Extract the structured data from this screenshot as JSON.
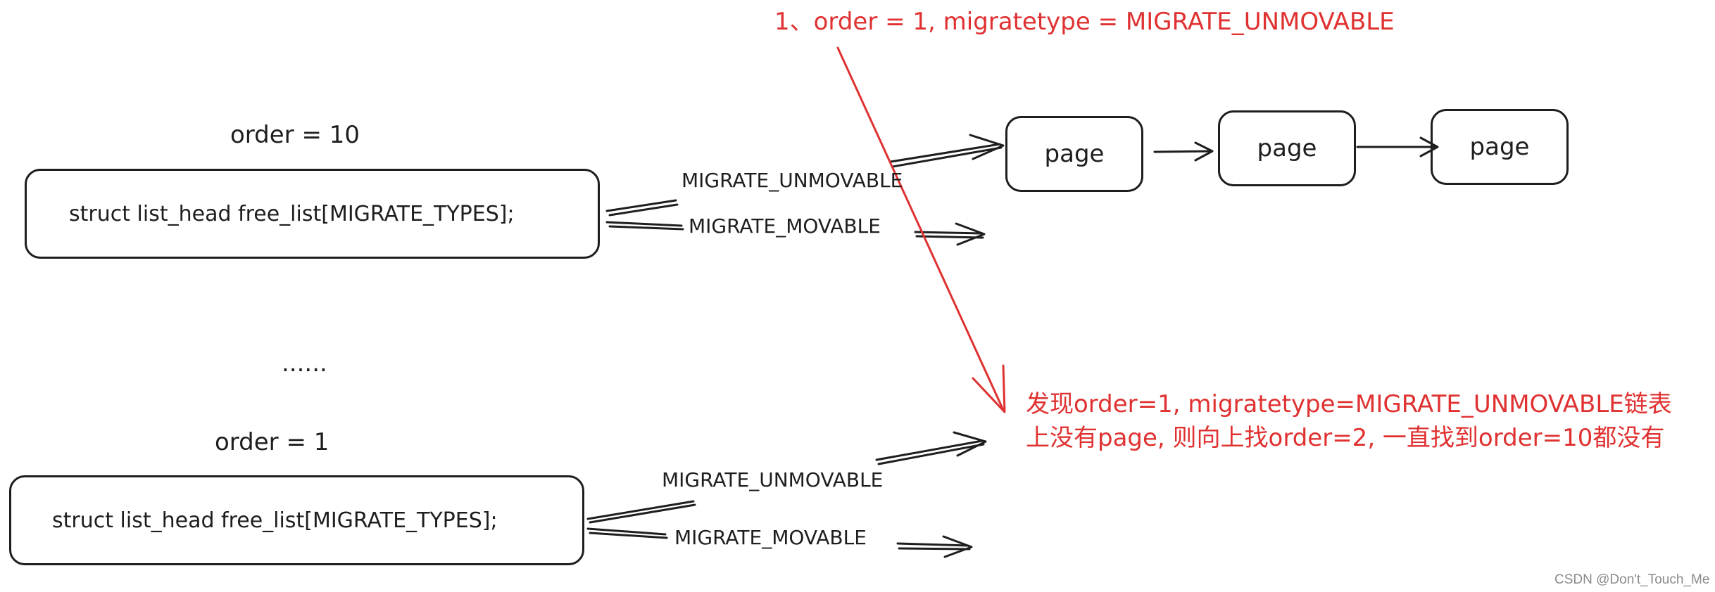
{
  "top_annotation": "1、order = 1, migratetype = MIGRATE_UNMOVABLE",
  "order10": {
    "label": "order = 10",
    "struct": "struct list_head free_list[MIGRATE_TYPES];",
    "unmovable": "MIGRATE_UNMOVABLE",
    "movable": "MIGRATE_MOVABLE"
  },
  "ellipsis": "......",
  "order1": {
    "label": "order = 1",
    "struct": "struct list_head free_list[MIGRATE_TYPES];",
    "unmovable": "MIGRATE_UNMOVABLE",
    "movable": "MIGRATE_MOVABLE"
  },
  "pages": [
    "page",
    "page",
    "page"
  ],
  "note": {
    "line1": "发现order=1, migratetype=MIGRATE_UNMOVABLE链表",
    "line2": "上没有page, 则向上找order=2, 一直找到order=10都没有"
  },
  "watermark": "CSDN @Don't_Touch_Me",
  "colors": {
    "ink": "#1e1e1e",
    "annotation": "#e03131",
    "background": "#ffffff"
  }
}
